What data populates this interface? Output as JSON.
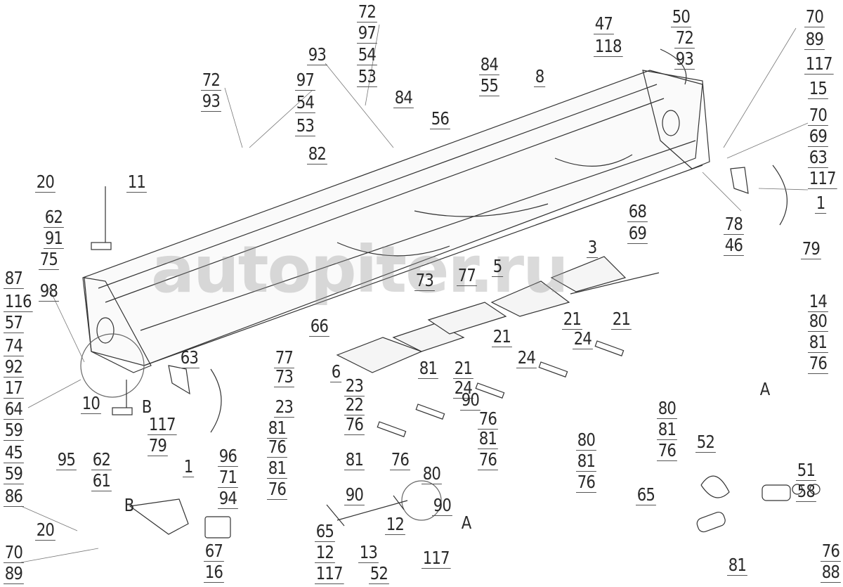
{
  "watermark": "autopiter.ru",
  "labels": [
    "72",
    "97",
    "54",
    "53",
    "93",
    "84",
    "55",
    "8",
    "84",
    "56",
    "72",
    "93",
    "97",
    "54",
    "53",
    "82",
    "47",
    "118",
    "50",
    "72",
    "93",
    "70",
    "89",
    "117",
    "15",
    "70",
    "69",
    "63",
    "117",
    "1",
    "78",
    "46",
    "79",
    "68",
    "69",
    "3",
    "5",
    "73",
    "77",
    "14",
    "21",
    "80",
    "81",
    "76",
    "66",
    "77",
    "73",
    "6",
    "21",
    "24",
    "21",
    "24",
    "23",
    "22",
    "81",
    "21",
    "24",
    "90",
    "76",
    "81",
    "76",
    "80",
    "81",
    "76",
    "80",
    "81",
    "76",
    "23",
    "81",
    "76",
    "81",
    "76",
    "76",
    "81",
    "76",
    "90",
    "80",
    "90",
    "A",
    "A",
    "52",
    "65",
    "51",
    "58",
    "76",
    "88",
    "81",
    "65",
    "12",
    "117",
    "13",
    "52",
    "12",
    "117",
    "20",
    "11",
    "62",
    "91",
    "75",
    "87",
    "98",
    "116",
    "57",
    "74",
    "92",
    "17",
    "64",
    "59",
    "45",
    "59",
    "86",
    "10",
    "B",
    "63",
    "117",
    "79",
    "1",
    "95",
    "62",
    "61",
    "96",
    "71",
    "94",
    "B",
    "20",
    "70",
    "89",
    "67",
    "16"
  ]
}
